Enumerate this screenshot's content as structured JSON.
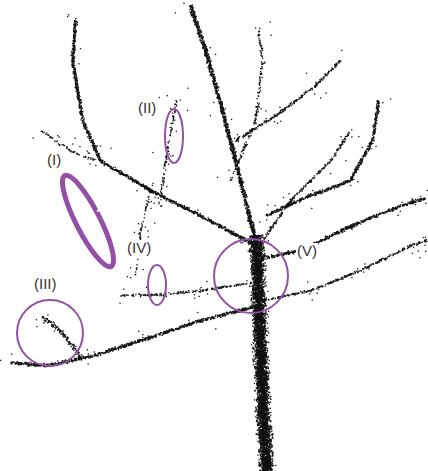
{
  "diagram": {
    "labels": [
      "(II)",
      "(I)",
      "(IV)",
      "(V)",
      "(III)"
    ]
  }
}
